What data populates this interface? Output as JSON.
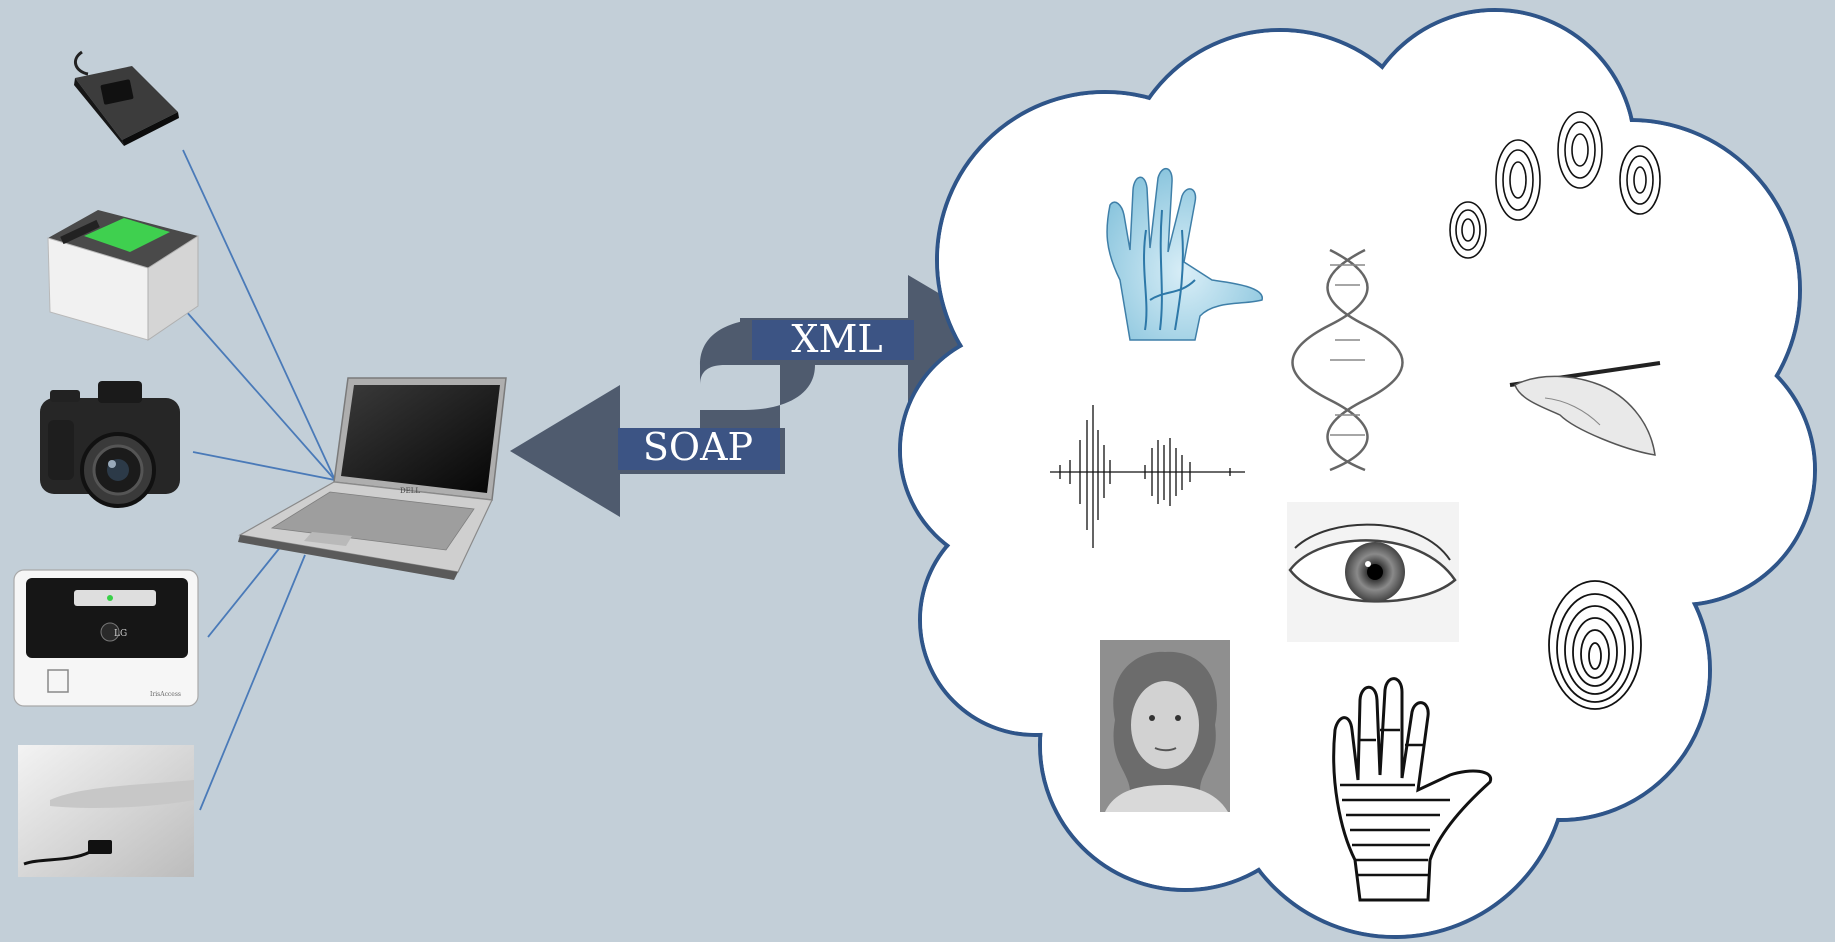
{
  "labels": {
    "xml": "XML",
    "soap": "SOAP"
  },
  "device_text": {
    "dell_logo": "DELL",
    "iris_brand": "LG",
    "iris_model": "IrisAccess"
  },
  "colors": {
    "background": "#c3cfd8",
    "arrow": "#4f5b6e",
    "label_box": "#3c5484",
    "connector_line": "#4a7ab8",
    "cloud_outline": "#2f5589",
    "cloud_fill": "#ffffff"
  },
  "devices": [
    {
      "icon": "usb-fingerprint-reader-icon"
    },
    {
      "icon": "multi-finger-scanner-icon"
    },
    {
      "icon": "digital-camera-icon"
    },
    {
      "icon": "iris-scanner-icon"
    },
    {
      "icon": "palm-vein-scanner-icon"
    }
  ],
  "biometrics": [
    {
      "icon": "hand-vein-icon"
    },
    {
      "icon": "fingerprints-icon"
    },
    {
      "icon": "dna-helix-icon"
    },
    {
      "icon": "signature-hand-icon"
    },
    {
      "icon": "voice-waveform-icon"
    },
    {
      "icon": "eye-iris-icon"
    },
    {
      "icon": "single-fingerprint-icon"
    },
    {
      "icon": "face-photo-icon"
    },
    {
      "icon": "palm-print-icon"
    }
  ]
}
